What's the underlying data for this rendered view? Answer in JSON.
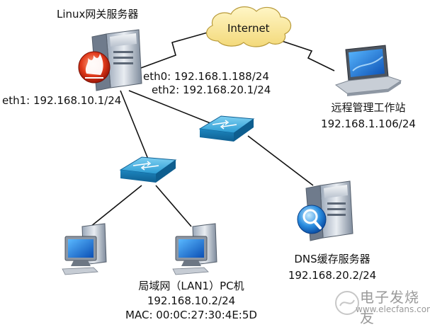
{
  "nodes": {
    "gateway": {
      "title": "Linux网关服务器",
      "eth0": "eth0: 192.168.1.188/24",
      "eth2": "eth2: 192.168.20.1/24",
      "eth1": "eth1: 192.168.10.1/24"
    },
    "internet": {
      "label": "Internet"
    },
    "remote": {
      "name": "远程管理工作站",
      "ip": "192.168.1.106/24"
    },
    "dns": {
      "name": "DNS缓存服务器",
      "ip": "192.168.20.2/24"
    },
    "pc": {
      "name": "局域网（LAN1）PC机",
      "ip": "192.168.10.2/24",
      "mac": "MAC: 00:0C:27:30:4E:5D"
    }
  },
  "watermark": {
    "line1": "电子发烧友",
    "line2": "www.elecfans.com"
  }
}
